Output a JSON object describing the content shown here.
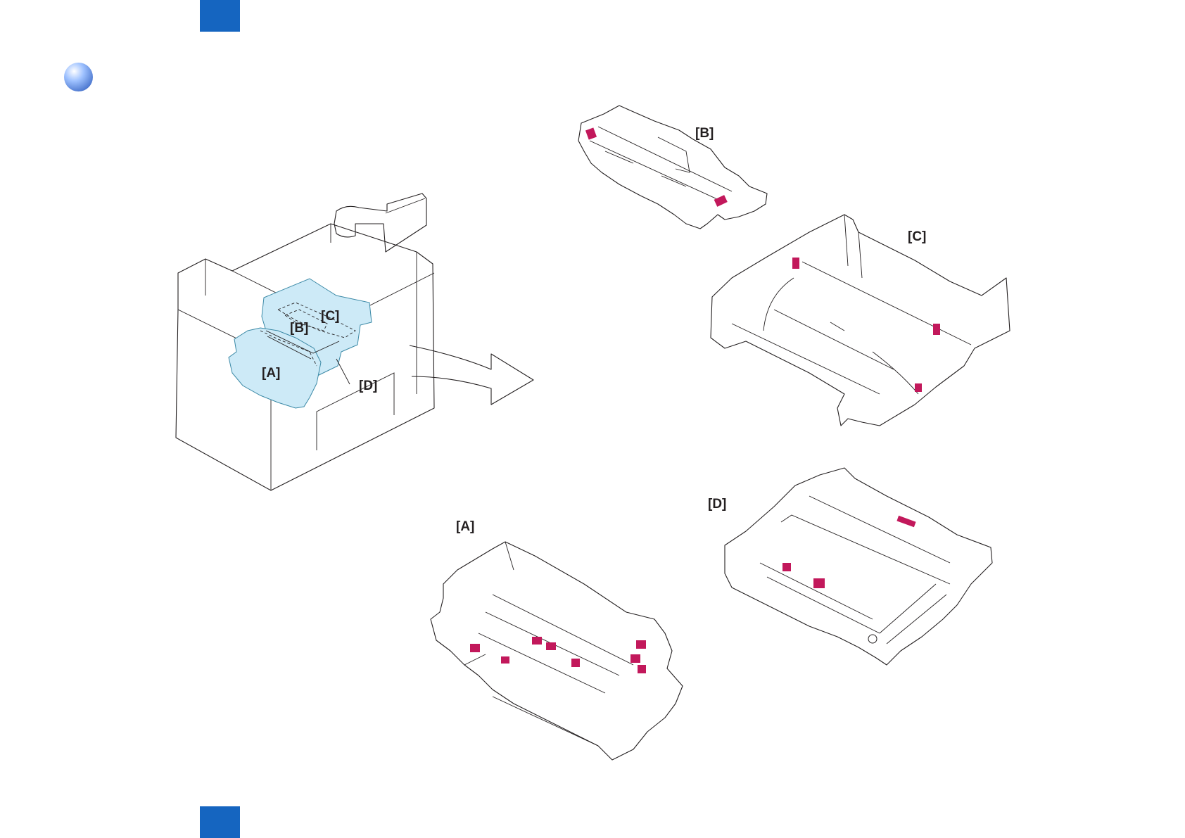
{
  "colors": {
    "header_tab": "#1565c0",
    "bullet_light": "#9fc2ff",
    "bullet_dark": "#1f4fb5",
    "highlight_fill": "#cdeaf7",
    "highlight_stroke": "#3b89a6",
    "part_color": "#c2185b",
    "line_color": "#231f20"
  },
  "decor": {
    "header_tab_icon": "blue-square",
    "bullet_icon": "blue-sphere",
    "arrow_icon": "right-arrow"
  },
  "overview": {
    "labels": {
      "a": "[A]",
      "b": "[B]",
      "c": "[C]",
      "d": "[D]"
    }
  },
  "details": {
    "b": {
      "label": "[B]"
    },
    "c": {
      "label": "[C]"
    },
    "a": {
      "label": "[A]"
    },
    "d": {
      "label": "[D]"
    }
  }
}
